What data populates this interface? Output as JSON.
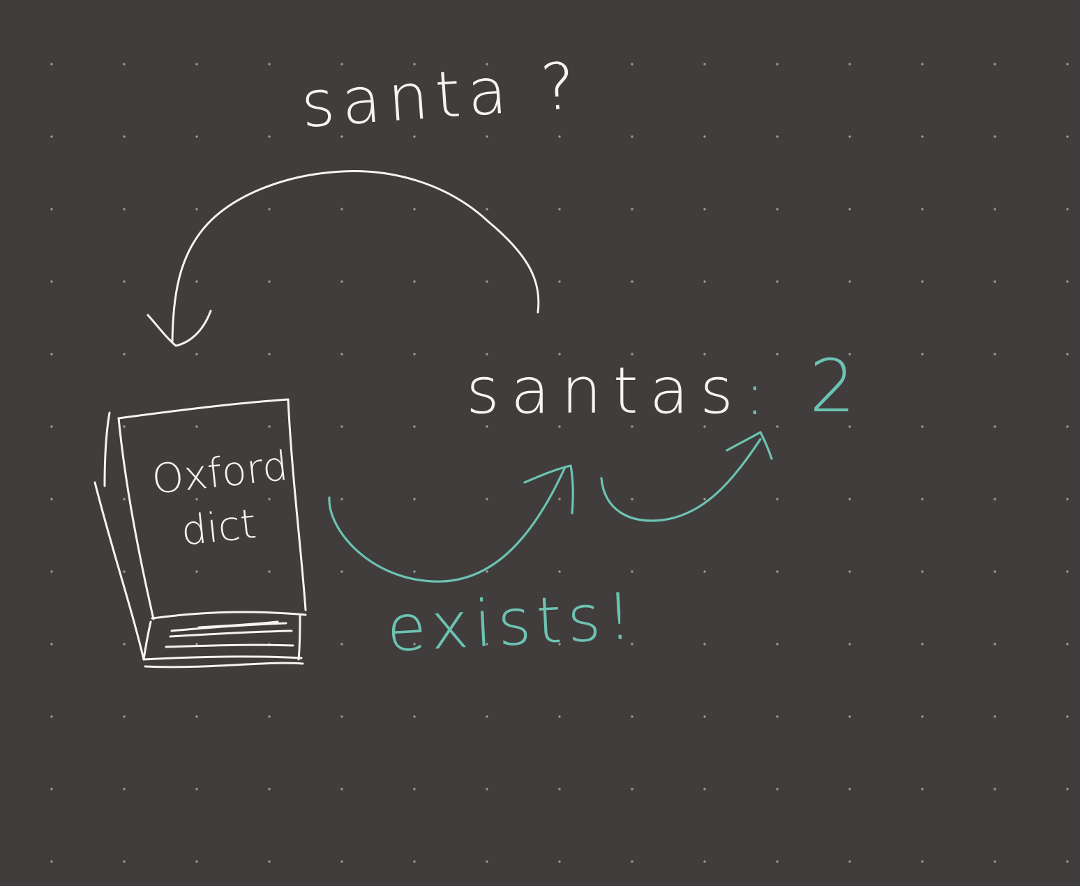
{
  "canvas": {
    "background_color": "#403d3c",
    "grid": "dots",
    "grid_dot_color": "#9a9794"
  },
  "colors": {
    "ink_white": "#f4f4f2",
    "ink_teal": "#6dc3b3"
  },
  "labels": {
    "query": "santa ?",
    "candidate": "santas",
    "separator": ":",
    "count": "2",
    "exists": "exists!",
    "book_line1": "Oxford",
    "book_line2": "dict"
  },
  "icons": {
    "book": "dictionary-book-sketch"
  }
}
